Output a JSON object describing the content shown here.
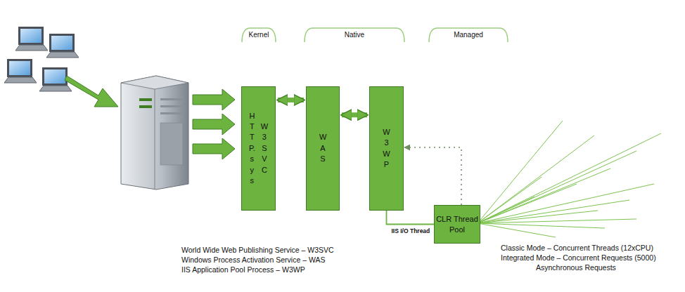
{
  "diagram": {
    "nodes": [
      {
        "text": [
          "HTTP.sys",
          "W3SVC"
        ]
      },
      {
        "text": [
          "WAS"
        ]
      },
      {
        "text": [
          "W3WP"
        ]
      },
      {
        "text": [
          "CLR Thread Pool"
        ]
      }
    ],
    "edges": [
      {
        "from": 0,
        "to": 1,
        "arrow": "both"
      },
      {
        "from": 1,
        "to": 2,
        "arrow": "both"
      },
      {
        "from": 2,
        "to": 3,
        "label": "IIS I/O Thread",
        "arrow": "none"
      },
      {
        "from": 3,
        "to": 2,
        "arrow": "to"
      }
    ],
    "labels": [
      "Kernel",
      "Native",
      "Managed",
      "World Wide Web Publishing Service – W3SVC",
      "Windows Process Activation Service – WAS",
      "IIS Application Pool Process – W3WP",
      "Classic Mode – Concurrent Threads (12xCPU)",
      "Integrated Mode – Concurrent Requests (5000)",
      "Asynchronous Requests"
    ]
  }
}
